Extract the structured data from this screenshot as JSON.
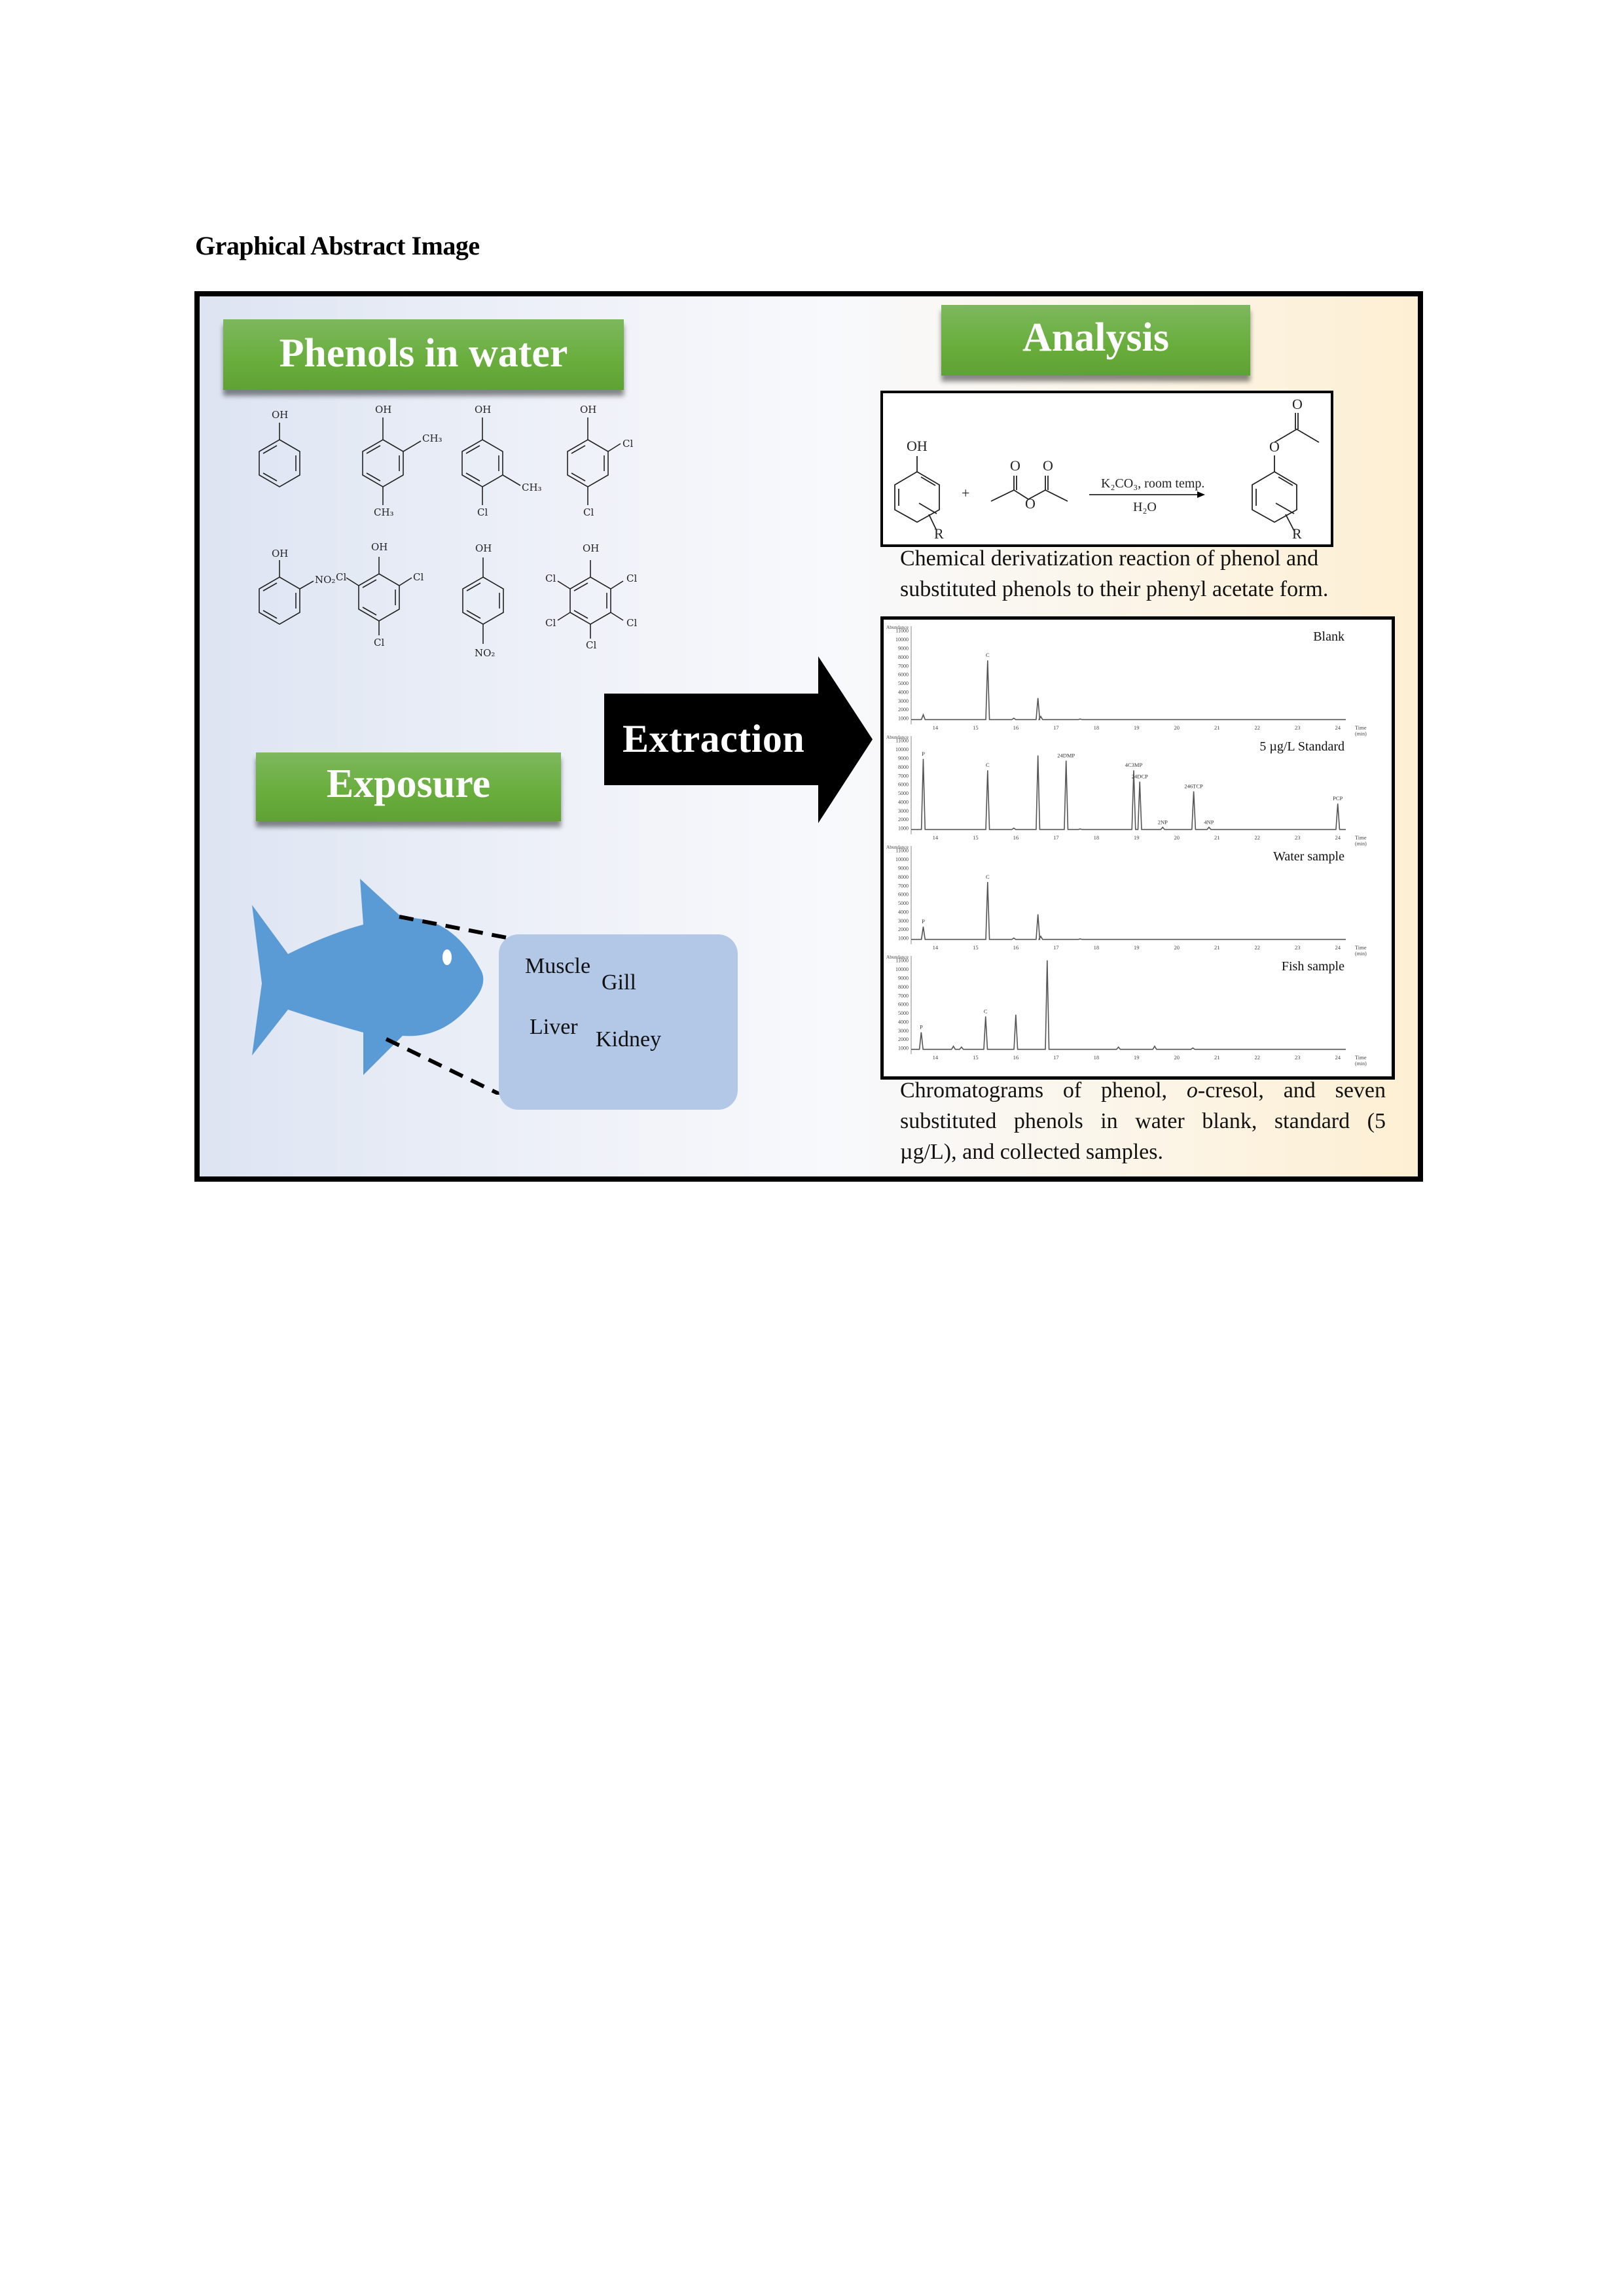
{
  "page": {
    "heading": "Graphical Abstract Image"
  },
  "abstract": {
    "sections": {
      "phenols_title": "Phenols in water",
      "analysis_title": "Analysis",
      "exposure_title": "Exposure",
      "extraction_label": "Extraction"
    },
    "molecules": [
      {
        "name": "phenol",
        "substituents": [
          "OH"
        ]
      },
      {
        "name": "2,4-dimethylphenol",
        "substituents": [
          "OH",
          "CH3",
          "CH3"
        ]
      },
      {
        "name": "4-chloro-3-methylphenol",
        "substituents": [
          "OH",
          "CH3",
          "Cl"
        ]
      },
      {
        "name": "2,4-dichlorophenol",
        "substituents": [
          "OH",
          "Cl",
          "Cl"
        ]
      },
      {
        "name": "2-nitrophenol",
        "substituents": [
          "OH",
          "NO2"
        ]
      },
      {
        "name": "2,4,6-trichlorophenol",
        "substituents": [
          "OH",
          "Cl",
          "Cl",
          "Cl"
        ]
      },
      {
        "name": "4-nitrophenol",
        "substituents": [
          "OH",
          "NO2"
        ]
      },
      {
        "name": "pentachlorophenol",
        "substituents": [
          "OH",
          "Cl",
          "Cl",
          "Cl",
          "Cl",
          "Cl"
        ]
      }
    ],
    "labels": {
      "OH": "OH",
      "CH3": "CH₃",
      "Cl": "Cl",
      "NO2": "NO₂",
      "R": "R",
      "O": "O",
      "plus": "+"
    },
    "reaction": {
      "conditions_top": "K₂CO₃, room temp.",
      "conditions_bottom": "H₂O",
      "caption_line1": "Chemical derivatization reaction of phenol and",
      "caption_line2": "substituted phenols to their phenyl acetate form."
    },
    "organs": {
      "items": [
        "Muscle",
        "Gill",
        "Liver",
        "Kidney"
      ]
    },
    "chromatogram_caption": {
      "line1_pre": "Chromatograms of phenol, ",
      "line1_italic": "o",
      "line1_post": "-cresol, and seven",
      "line2": "substituted phenols in water blank, standard (5",
      "line3": "µg/L), and collected samples."
    },
    "colors": {
      "green": "#6aae3e",
      "fish": "#5b9bd5",
      "organ_box": "#b3c7e6",
      "bg_left": "#dde4f2",
      "bg_right": "#fdefd3"
    }
  },
  "chart_data": [
    {
      "type": "line",
      "title": "Blank",
      "xlabel": "Time (min)",
      "ylabel": "Abundance",
      "xlim": [
        13.4,
        24.2
      ],
      "ylim": [
        600,
        11500
      ],
      "x_ticks": [
        14,
        15,
        16,
        17,
        18,
        19,
        20,
        21,
        22,
        23,
        24
      ],
      "y_ticks": [
        1000,
        2000,
        3000,
        4000,
        5000,
        6000,
        7000,
        8000,
        9000,
        10000,
        11000
      ],
      "peaks": [
        {
          "x": 13.7,
          "y": 1400,
          "label": ""
        },
        {
          "x": 15.3,
          "y": 7600,
          "label": "C"
        },
        {
          "x": 15.95,
          "y": 1000,
          "label": ""
        },
        {
          "x": 16.55,
          "y": 3300,
          "label": ""
        },
        {
          "x": 16.62,
          "y": 1200,
          "label": ""
        },
        {
          "x": 17.6,
          "y": 900,
          "label": ""
        }
      ]
    },
    {
      "type": "line",
      "title": "5 µg/L Standard",
      "xlabel": "Time (min)",
      "ylabel": "Abundance",
      "xlim": [
        13.4,
        24.2
      ],
      "ylim": [
        600,
        11500
      ],
      "x_ticks": [
        14,
        15,
        16,
        17,
        18,
        19,
        20,
        21,
        22,
        23,
        24
      ],
      "y_ticks": [
        1000,
        2000,
        3000,
        4000,
        5000,
        6000,
        7000,
        8000,
        9000,
        10000,
        11000
      ],
      "peaks": [
        {
          "x": 13.7,
          "y": 8900,
          "label": "P"
        },
        {
          "x": 15.3,
          "y": 7600,
          "label": "C"
        },
        {
          "x": 15.95,
          "y": 1000,
          "label": ""
        },
        {
          "x": 16.55,
          "y": 9300,
          "label": ""
        },
        {
          "x": 17.25,
          "y": 8700,
          "label": "24DMP"
        },
        {
          "x": 17.6,
          "y": 900,
          "label": ""
        },
        {
          "x": 18.93,
          "y": 7600,
          "label": "4C3MP"
        },
        {
          "x": 19.08,
          "y": 6300,
          "label": "24DCP"
        },
        {
          "x": 19.65,
          "y": 1100,
          "label": "2NP"
        },
        {
          "x": 20.42,
          "y": 5200,
          "label": "246TCP"
        },
        {
          "x": 20.8,
          "y": 1100,
          "label": "4NP"
        },
        {
          "x": 24.0,
          "y": 3800,
          "label": "PCP"
        }
      ]
    },
    {
      "type": "line",
      "title": "Water sample",
      "xlabel": "Time (min)",
      "ylabel": "Abundance",
      "xlim": [
        13.4,
        24.2
      ],
      "ylim": [
        600,
        11500
      ],
      "x_ticks": [
        14,
        15,
        16,
        17,
        18,
        19,
        20,
        21,
        22,
        23,
        24
      ],
      "y_ticks": [
        1000,
        2000,
        3000,
        4000,
        5000,
        6000,
        7000,
        8000,
        9000,
        10000,
        11000
      ],
      "peaks": [
        {
          "x": 13.7,
          "y": 2300,
          "label": "P"
        },
        {
          "x": 15.3,
          "y": 7400,
          "label": "C"
        },
        {
          "x": 15.95,
          "y": 1000,
          "label": ""
        },
        {
          "x": 16.55,
          "y": 3700,
          "label": ""
        },
        {
          "x": 16.62,
          "y": 1200,
          "label": ""
        },
        {
          "x": 17.6,
          "y": 900,
          "label": ""
        }
      ]
    },
    {
      "type": "line",
      "title": "Fish sample",
      "xlabel": "Time (min)",
      "ylabel": "Abundance",
      "xlim": [
        13.4,
        24.2
      ],
      "ylim": [
        600,
        11500
      ],
      "x_ticks": [
        14,
        15,
        16,
        17,
        18,
        19,
        20,
        21,
        22,
        23,
        24
      ],
      "y_ticks": [
        1000,
        2000,
        3000,
        4000,
        5000,
        6000,
        7000,
        8000,
        9000,
        10000,
        11000
      ],
      "peaks": [
        {
          "x": 13.65,
          "y": 2800,
          "label": "P"
        },
        {
          "x": 14.45,
          "y": 1200,
          "label": ""
        },
        {
          "x": 14.65,
          "y": 1100,
          "label": ""
        },
        {
          "x": 15.25,
          "y": 4600,
          "label": "C"
        },
        {
          "x": 16.0,
          "y": 4800,
          "label": ""
        },
        {
          "x": 16.78,
          "y": 11000,
          "label": ""
        },
        {
          "x": 18.55,
          "y": 1100,
          "label": ""
        },
        {
          "x": 19.45,
          "y": 1200,
          "label": ""
        },
        {
          "x": 20.4,
          "y": 1000,
          "label": ""
        }
      ]
    }
  ]
}
